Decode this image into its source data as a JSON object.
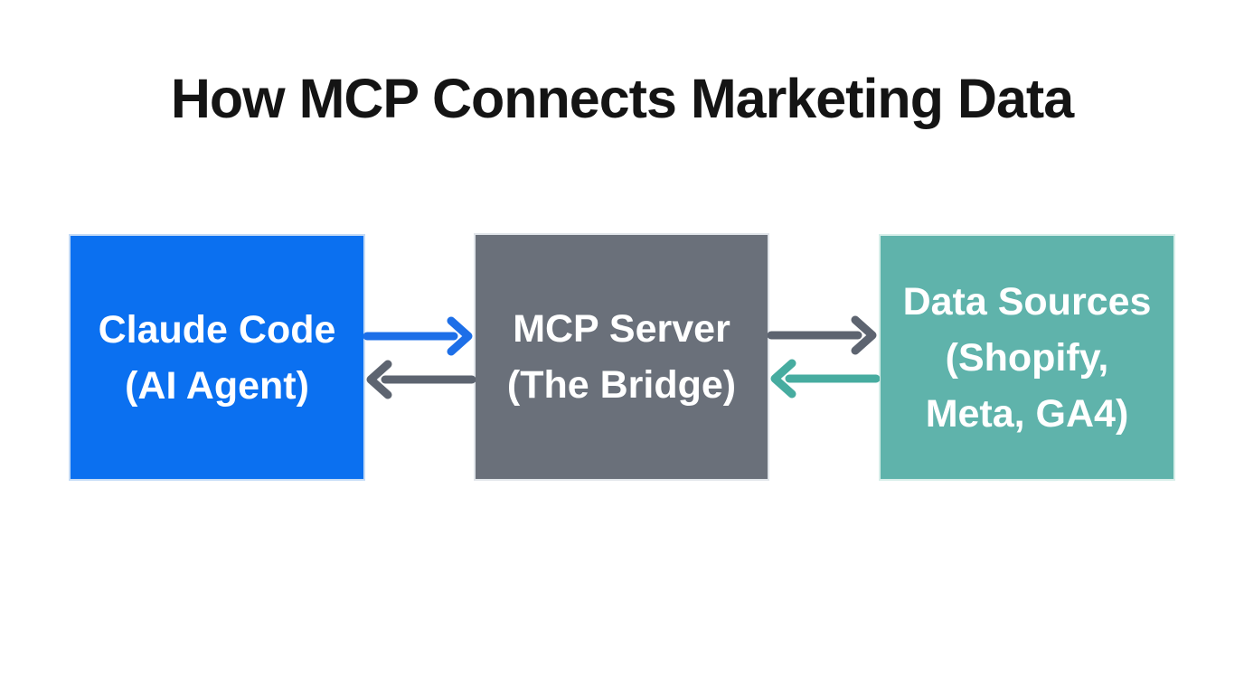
{
  "title": "How MCP Connects Marketing Data",
  "background_color": "#ffffff",
  "title_color": "#141414",
  "diagram": {
    "nodes": [
      {
        "id": "claude-code",
        "lines": [
          "Claude Code",
          "(AI Agent)"
        ],
        "color": "#0b70f0",
        "text_color": "#ffffff"
      },
      {
        "id": "mcp-server",
        "lines": [
          "MCP Server",
          "(The Bridge)"
        ],
        "color": "#6a707a",
        "text_color": "#ffffff"
      },
      {
        "id": "data-sources",
        "lines": [
          "Data Sources",
          "(Shopify,",
          "Meta, GA4)"
        ],
        "color": "#5fb3ab",
        "text_color": "#ffffff"
      }
    ],
    "edges": [
      {
        "from": "claude-code",
        "to": "mcp-server",
        "direction": "right",
        "color": "#1d6fe8"
      },
      {
        "from": "mcp-server",
        "to": "claude-code",
        "direction": "left",
        "color": "#5d6470"
      },
      {
        "from": "mcp-server",
        "to": "data-sources",
        "direction": "right",
        "color": "#5d6470"
      },
      {
        "from": "data-sources",
        "to": "mcp-server",
        "direction": "left",
        "color": "#47aca0"
      }
    ]
  }
}
